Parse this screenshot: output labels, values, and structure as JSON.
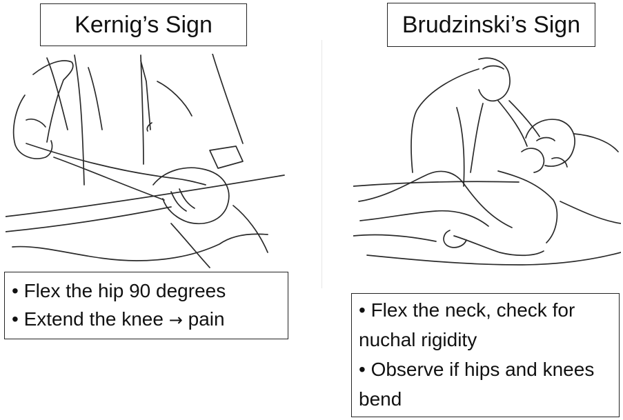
{
  "kernig": {
    "title": "Kernig’s Sign",
    "bullets": [
      "• Flex the hip 90 degrees",
      "• Extend the knee ",
      "pain"
    ],
    "arrow": "→"
  },
  "brudzinski": {
    "title": "Brudzinski’s Sign",
    "bullets": [
      "• Flex the neck, check for nuchal rigidity",
      "• Observe if hips and knees bend"
    ]
  }
}
